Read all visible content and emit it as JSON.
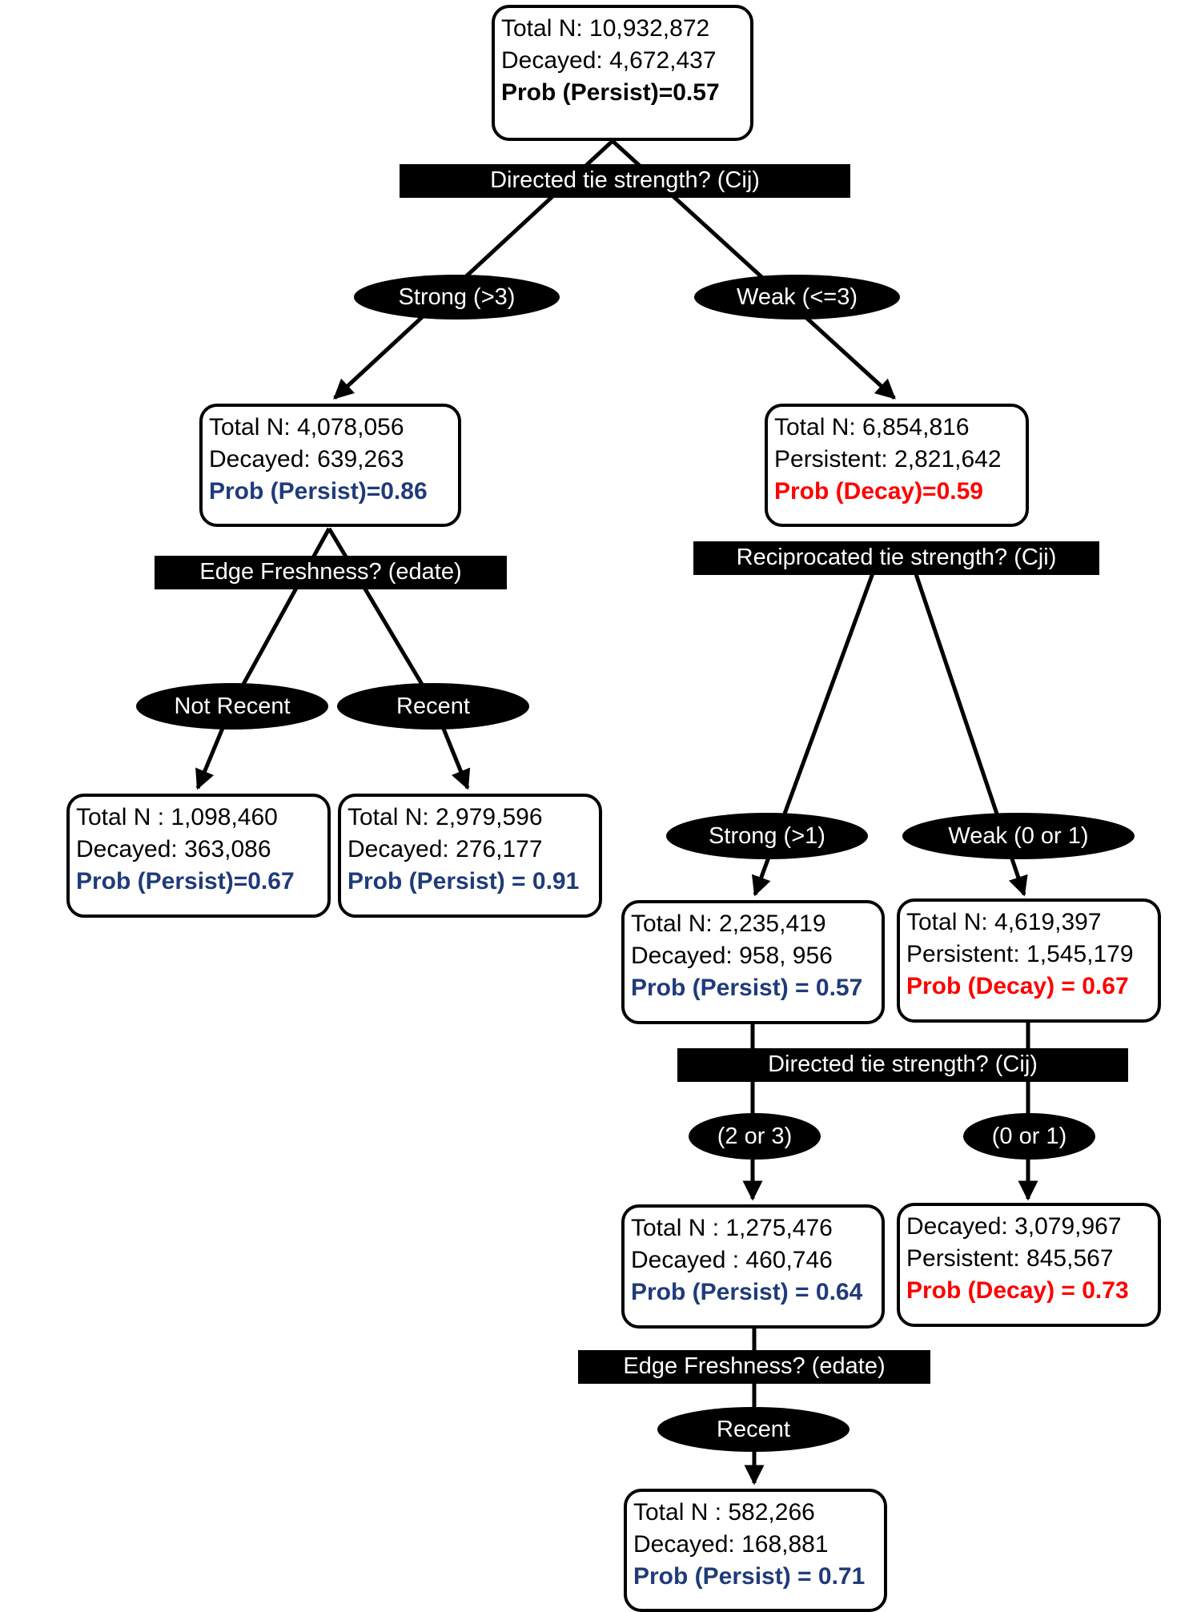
{
  "colors": {
    "black": "#000000",
    "blue": "#1f3b7a",
    "red": "#ff0000"
  },
  "nodes": {
    "root": {
      "lines": [
        "Total N: 10,932,872",
        "Decayed: 4,672,437"
      ],
      "prob": "Prob (Persist)=0.57",
      "prob_color": "black"
    },
    "strong_tie": {
      "lines": [
        "Total N: 4,078,056",
        "Decayed: 639,263"
      ],
      "prob": "Prob (Persist)=0.86",
      "prob_color": "blue"
    },
    "weak_tie": {
      "lines": [
        "Total N: 6,854,816",
        "Persistent: 2,821,642"
      ],
      "prob": "Prob (Decay)=0.59",
      "prob_color": "red"
    },
    "not_recent": {
      "lines": [
        "Total N : 1,098,460",
        "Decayed: 363,086"
      ],
      "prob": "Prob (Persist)=0.67",
      "prob_color": "blue"
    },
    "recent": {
      "lines": [
        "Total N:  2,979,596",
        "Decayed: 276,177"
      ],
      "prob": "Prob (Persist) = 0.91",
      "prob_color": "blue"
    },
    "recip_strong": {
      "lines": [
        "Total N: 2,235,419",
        "Decayed: 958, 956"
      ],
      "prob": "Prob (Persist) = 0.57",
      "prob_color": "blue"
    },
    "recip_weak": {
      "lines": [
        "Total N: 4,619,397",
        "Persistent: 1,545,179"
      ],
      "prob": "Prob (Decay) = 0.67",
      "prob_color": "red"
    },
    "directed_2_3": {
      "lines": [
        "Total N : 1,275,476",
        "Decayed : 460,746"
      ],
      "prob": "Prob (Persist) = 0.64",
      "prob_color": "blue"
    },
    "directed_0_1": {
      "lines": [
        "Decayed: 3,079,967",
        "Persistent: 845,567"
      ],
      "prob": "Prob (Decay) = 0.73",
      "prob_color": "red"
    },
    "final_recent": {
      "lines": [
        "Total N : 582,266",
        "Decayed: 168,881"
      ],
      "prob": "Prob (Persist) = 0.71",
      "prob_color": "blue"
    }
  },
  "questions": {
    "q_directed_1": "Directed tie strength? (Cij)",
    "q_freshness_1": "Edge Freshness? (edate)",
    "q_reciprocated": "Reciprocated tie strength? (Cji)",
    "q_directed_2": "Directed tie strength? (Cij)",
    "q_freshness_2": "Edge Freshness? (edate)"
  },
  "branches": {
    "b_strong": "Strong (>3)",
    "b_weak": "Weak (<=3)",
    "b_not_recent": "Not Recent",
    "b_recent": "Recent",
    "b_recip_strong": "Strong (>1)",
    "b_recip_weak": "Weak  (0 or 1)",
    "b_2_3": "(2 or 3)",
    "b_0_1": "(0 or 1)",
    "b_final_recent": "Recent"
  }
}
